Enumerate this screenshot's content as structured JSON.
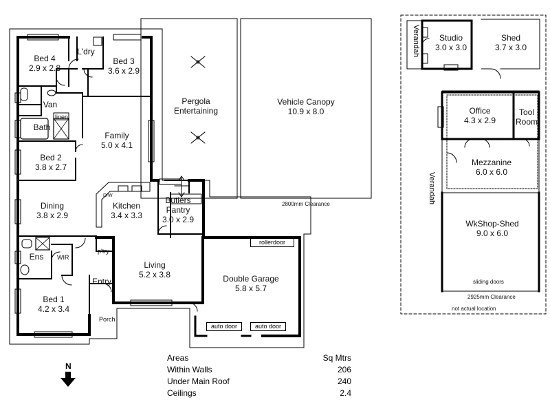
{
  "rooms": {
    "bed4": {
      "name": "Bed 4",
      "size": "2.9 x 2.8"
    },
    "laundry": {
      "name": "L'dry"
    },
    "bed3": {
      "name": "Bed 3",
      "size": "3.6 x 2.9"
    },
    "van": {
      "name": "Van"
    },
    "bath": {
      "name": "Bath"
    },
    "linen": {
      "name": "linen"
    },
    "family": {
      "name": "Family",
      "size": "5.0 x 4.1"
    },
    "bed2": {
      "name": "Bed 2",
      "size": "3.8 x 2.7"
    },
    "dining": {
      "name": "Dining",
      "size": "3.8 x 2.9"
    },
    "kitchen": {
      "name": "Kitchen",
      "size": "3.4 x 3.3"
    },
    "butlers": {
      "name_line1": "Butlers",
      "name_line2": "Pantry",
      "size": "3.0 x 2.9"
    },
    "ens": {
      "name": "Ens"
    },
    "wir": {
      "name": "WIR"
    },
    "pantry": {
      "name": "p'try"
    },
    "living": {
      "name": "Living",
      "size": "5.2 x 3.8"
    },
    "entry": {
      "name": "Entry"
    },
    "bed1": {
      "name": "Bed 1",
      "size": "4.2 x 3.4"
    },
    "porch": {
      "name": "Porch"
    },
    "garage": {
      "name": "Double Garage",
      "size": "5.8 x 5.7"
    },
    "pergola": {
      "name_line1": "Pergola",
      "name_line2": "Entertaining"
    },
    "canopy": {
      "name": "Vehicle Canopy",
      "size": "10.9 x 8.0"
    },
    "studio": {
      "name": "Studio",
      "size": "3.0 x 3.0"
    },
    "shed": {
      "name": "Shed",
      "size": "3.7 x 3.0"
    },
    "office": {
      "name": "Office",
      "size": "4.3 x 2.9"
    },
    "toolroom": {
      "name_line1": "Tool",
      "name_line2": "Room"
    },
    "mezzanine": {
      "name": "Mezzanine",
      "size": "6.0 x 6.0"
    },
    "workshop": {
      "name": "WkShop-Shed",
      "size": "9.0 x 6.0"
    }
  },
  "labels": {
    "verandah_studio": "Verandah",
    "verandah_shed": "Verandah",
    "rollerdoor": "rollerdoor",
    "auto_door_1": "auto door",
    "auto_door_2": "auto door",
    "sliding_doors": "sliding doors",
    "clearance_canopy": "2800mm Clearance",
    "clearance_shed": "2925mm Clearance",
    "not_actual": "not actual location",
    "dw": "D/W"
  },
  "areas": {
    "header_label": "Areas",
    "header_unit": "Sq Mtrs",
    "rows": [
      {
        "label": "Within Walls",
        "value": "206"
      },
      {
        "label": "Under Main Roof",
        "value": "240"
      },
      {
        "label": "Ceilings",
        "value": "2.4"
      }
    ]
  },
  "compass": {
    "letter": "N"
  }
}
